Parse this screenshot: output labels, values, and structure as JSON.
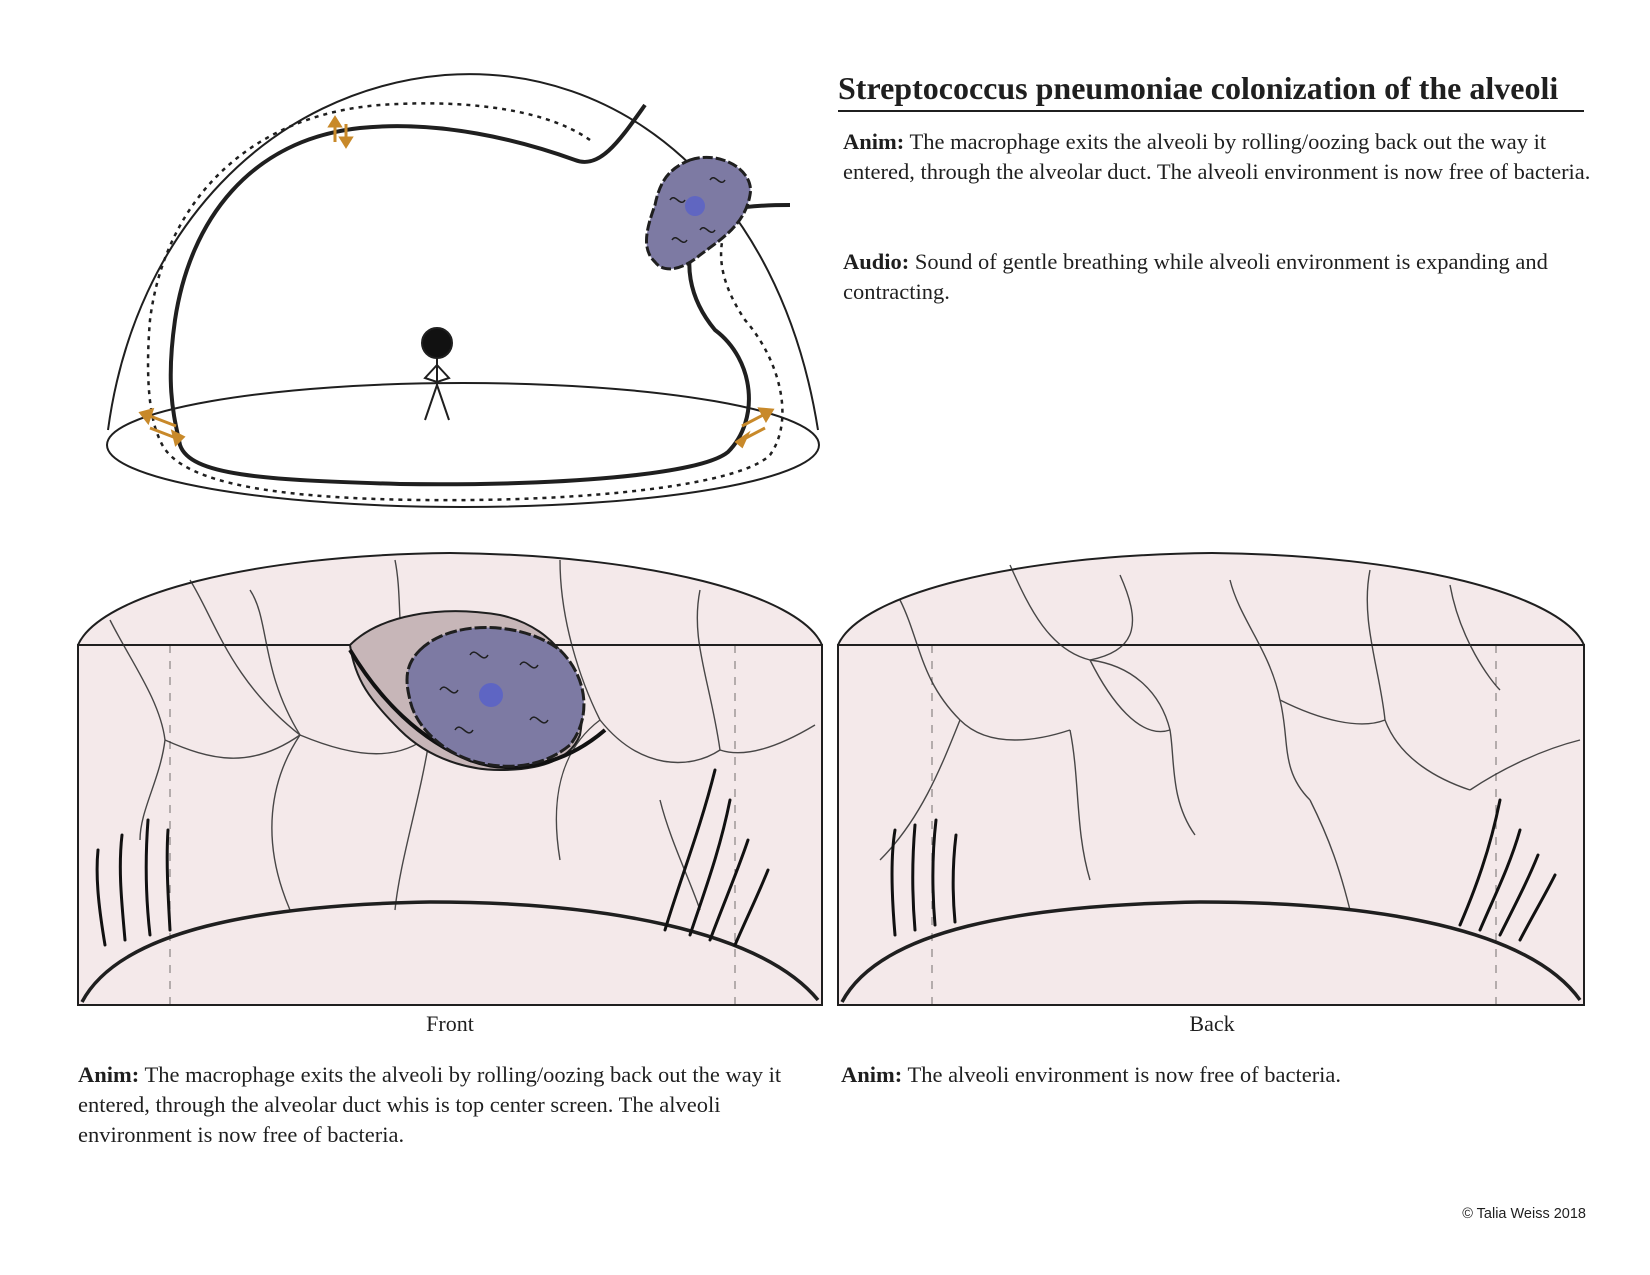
{
  "title": "Streptococcus pneumoniae colonization of the alveoli",
  "top_note": {
    "anim_label": "Anim:",
    "anim_text": " The macrophage exits the alveoli by rolling/oozing back out the way it entered, through the alveolar duct. The alveoli environment is now free of bacteria.",
    "audio_label": "Audio:",
    "audio_text": " Sound of gentle breathing while alveoli environment is expanding and contracting."
  },
  "front": {
    "caption": "Front",
    "anim_label": "Anim:",
    "anim_text": " The macrophage exits the alveoli by rolling/oozing back out the way it entered, through the alveolar duct whis is top center screen. The alveoli environment is now free of bacteria."
  },
  "back": {
    "caption": "Back",
    "anim_label": "Anim:",
    "anim_text": " The alveoli environment is now free of bacteria."
  },
  "copyright": "©  Talia Weiss 2018",
  "colors": {
    "panel_fill": "#f4e9ea",
    "macrophage_fill": "#7d7aa3",
    "macrophage_nucleus": "#5b63c7",
    "arrow_color": "#c8892a",
    "ink": "#1f1f1f"
  }
}
